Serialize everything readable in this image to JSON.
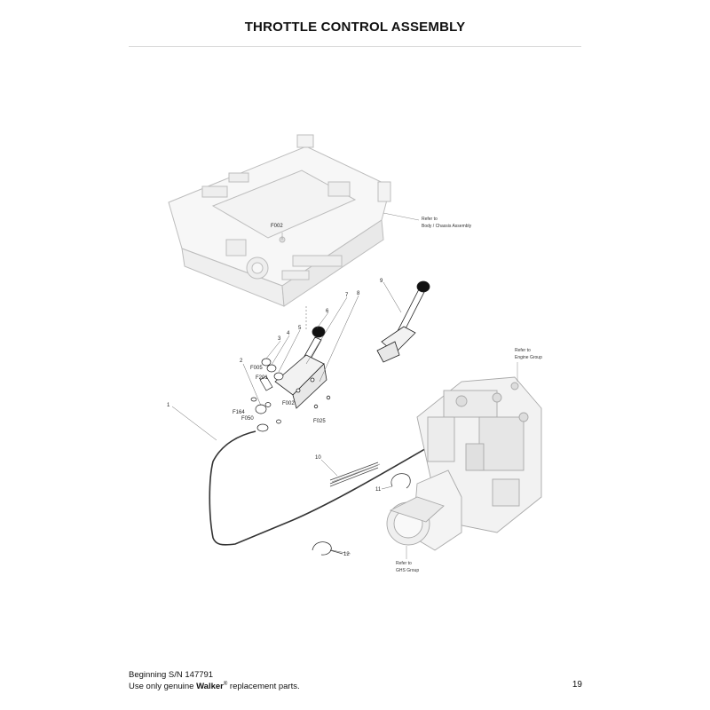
{
  "page": {
    "title": "THROTTLE CONTROL ASSEMBLY",
    "page_number": "19"
  },
  "footer": {
    "serial": "Beginning S/N 147791",
    "notice_prefix": "Use only genuine ",
    "brand": "Walker",
    "registered_mark": "®",
    "notice_suffix": " replacement parts."
  },
  "diagram": {
    "callouts": {
      "c1": "1",
      "c2": "2",
      "c3": "3",
      "c4": "4",
      "c5": "5",
      "c6": "6",
      "c7": "7",
      "c8": "8",
      "c9": "9",
      "c10": "10",
      "c11": "11",
      "c12": "12",
      "f002_top": "F002",
      "f005": "F005",
      "f201": "F201",
      "f164": "F164",
      "f050": "F050",
      "f002_mid": "F002",
      "f025": "F025"
    },
    "references": {
      "body_line1": "Refer to",
      "body_line2": "Body / Chassis Assembly",
      "engine_line1": "Refer to",
      "engine_line2": "Engine Group",
      "ghs_line1": "Refer to",
      "ghs_line2": "GHS Group"
    }
  }
}
